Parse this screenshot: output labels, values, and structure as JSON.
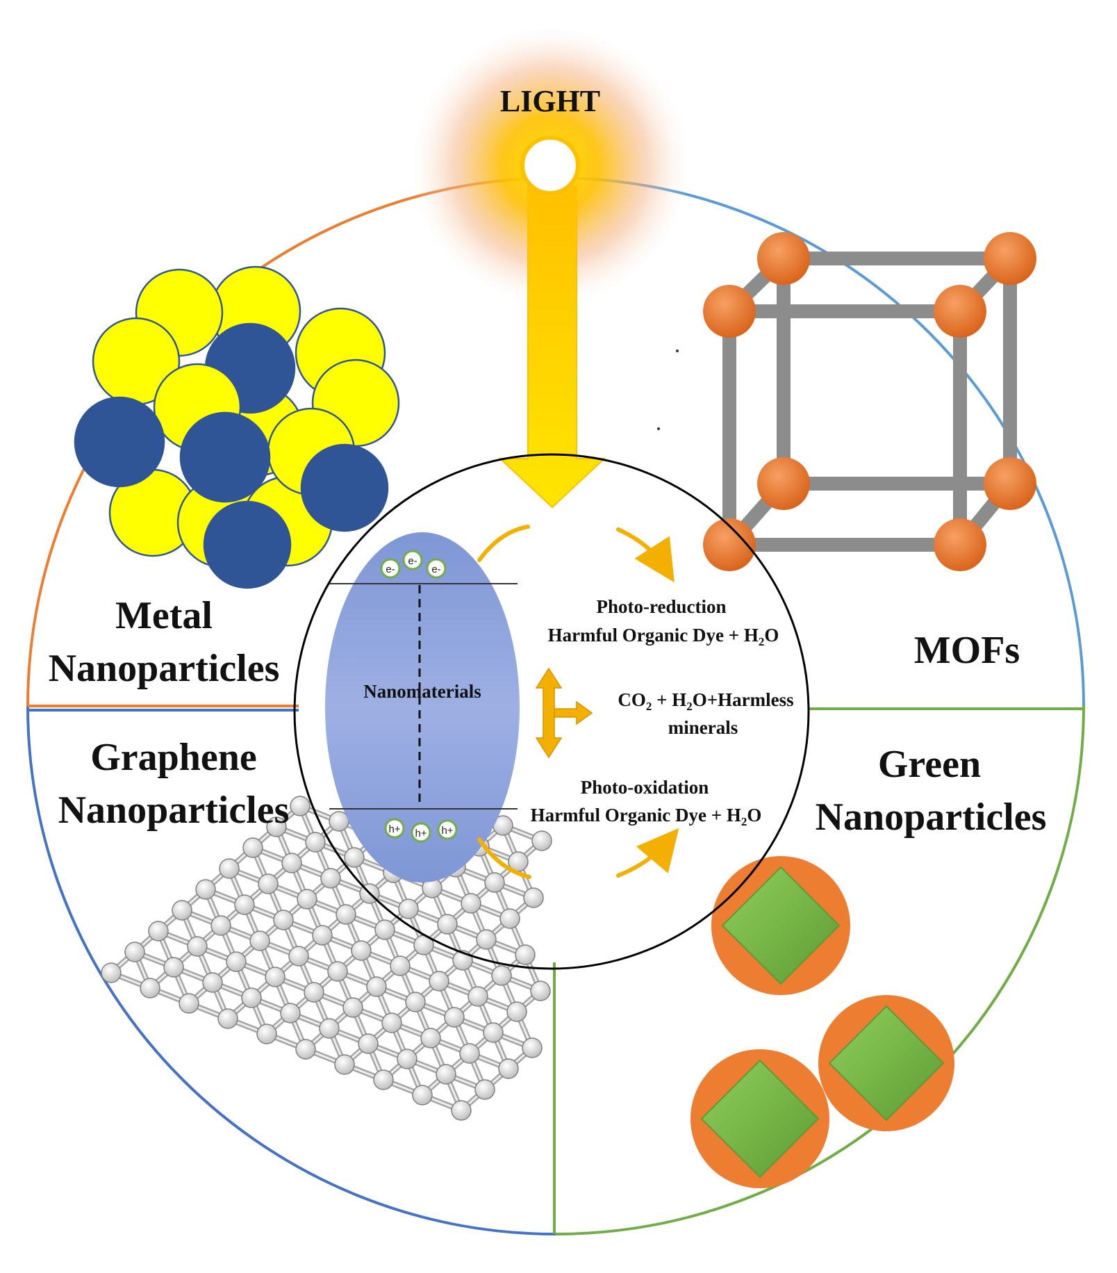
{
  "light": {
    "label": "LIGHT"
  },
  "quadrants": {
    "metal": {
      "line1": "Metal",
      "line2": "Nanoparticles"
    },
    "mofs": {
      "line1": "MOFs"
    },
    "graphene": {
      "line1": "Graphene",
      "line2": "Nanoparticles"
    },
    "green": {
      "line1": "Green",
      "line2": "Nanoparticles"
    }
  },
  "center": {
    "material_label": "Nanomaterials",
    "electron_label": "e-",
    "hole_label": "h+",
    "reduction": {
      "title": "Photo-reduction",
      "equation": "Harmful Organic Dye + H",
      "sub": "2",
      "tail": "O"
    },
    "products": {
      "line1_a": "CO",
      "line1_sub1": "2",
      "line1_b": " + H",
      "line1_sub2": "2",
      "line1_c": "O+Harmless",
      "line2": "minerals"
    },
    "oxidation": {
      "title": "Photo-oxidation",
      "equation": "Harmful Organic Dye + H",
      "sub": "2",
      "tail": "O"
    }
  },
  "colors": {
    "metal_border": "#ED7D31",
    "mofs_border": "#5B9BD5",
    "graphene_border": "#4472C4",
    "green_border": "#70AD47",
    "metal_yellow": "#FFFF00",
    "metal_blue": "#2F5597",
    "mof_node": "#ED7D31",
    "mof_rod": "#8C8C8C",
    "green_leaf": "#70AD47",
    "ellipse_fill": "#8FA3DC",
    "light_arrow": "#FFD700"
  }
}
